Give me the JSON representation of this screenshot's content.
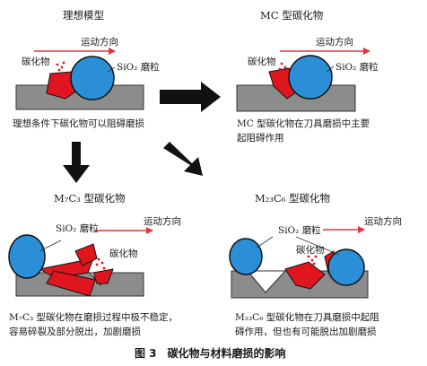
{
  "colors": {
    "substrate": "#8c8c8c",
    "carbide": "#e0161e",
    "sio2": "#2a8fd6",
    "motion_arrow": "#e8323a",
    "flow_arrow": "#111111"
  },
  "panels": {
    "ideal": {
      "title": "理想模型",
      "motion": "运动方向",
      "carbide_label": "碳化物",
      "sio2_label": "SiO₂ 磨粒",
      "caption": "理想条件下碳化物可以阻碍磨损"
    },
    "mc": {
      "title": "MC 型碳化物",
      "motion": "运动方向",
      "carbide_label": "碳化物",
      "sio2_label": "SiO₂ 磨粒",
      "caption_l1": "MC 型碳化物在刀具磨损中主要",
      "caption_l2": "起阻碍作用"
    },
    "m7c3": {
      "title": "M₇C₃ 型碳化物",
      "motion": "运动方向",
      "carbide_label": "碳化物",
      "sio2_label": "SiO₂ 磨粒",
      "caption_l1": "M₇C₃ 型碳化物在磨损过程中极不稳定，",
      "caption_l2": "容易碎裂及部分脱出，加剧磨损"
    },
    "m23c6": {
      "title": "M₂₃C₆ 型碳化物",
      "motion": "运动方向",
      "carbide_label": "碳化物",
      "sio2_label": "SiO₂ 磨粒",
      "caption_l1": "M₂₃C₆ 型碳化物在刀具磨损中起阻",
      "caption_l2": "碍作用，但也有可能脱出加剧磨损"
    }
  },
  "figure_caption": "图 3　碳化物与材料磨损的影响"
}
